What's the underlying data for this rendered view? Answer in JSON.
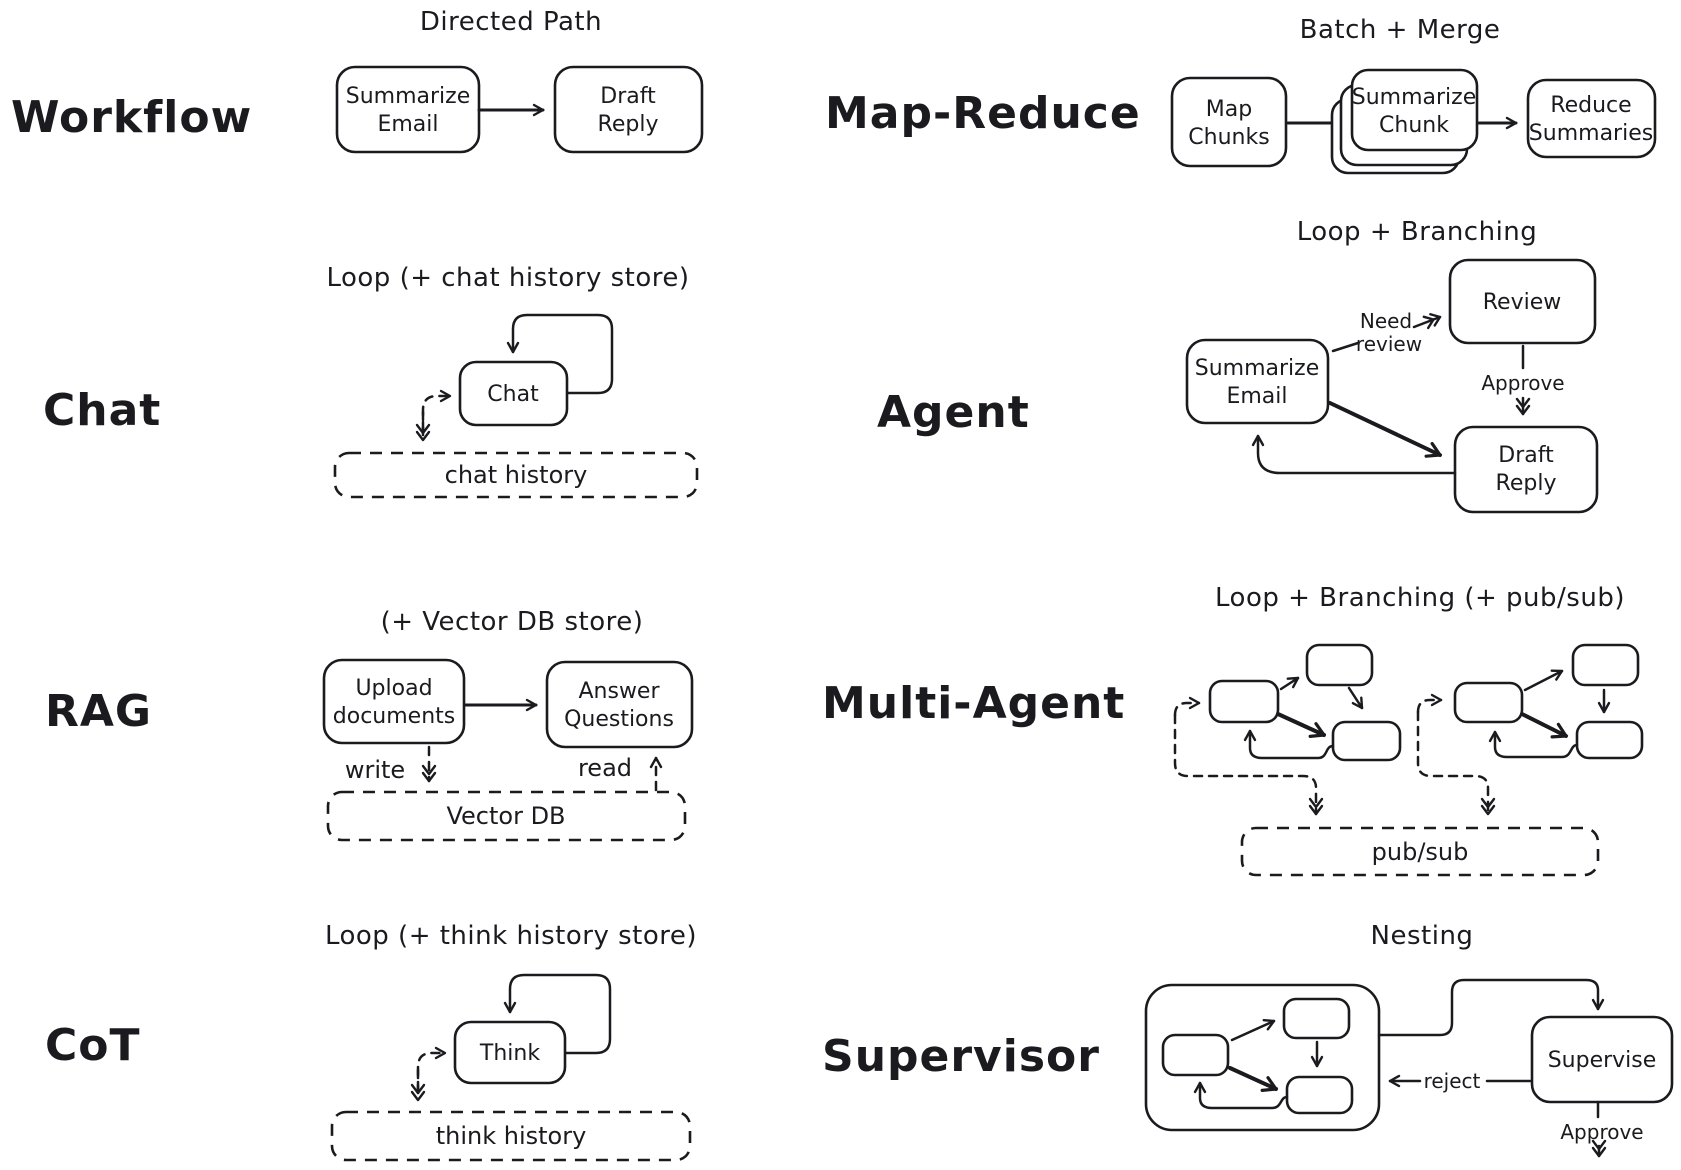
{
  "canvas": {
    "background": "#ffffff",
    "ink": "#1b1b1f"
  },
  "sections": {
    "workflow": {
      "label": "Workflow",
      "title": "Directed Path",
      "node_summarize_line1": "Summarize",
      "node_summarize_line2": "Email",
      "node_draft_line1": "Draft",
      "node_draft_line2": "Reply"
    },
    "map_reduce": {
      "label": "Map-Reduce",
      "title": "Batch + Merge",
      "node_map_line1": "Map",
      "node_map_line2": "Chunks",
      "node_chunk_line1": "Summarize",
      "node_chunk_line2": "Chunk",
      "node_reduce_line1": "Reduce",
      "node_reduce_line2": "Summaries"
    },
    "chat": {
      "label": "Chat",
      "title": "Loop (+ chat history store)",
      "node_chat": "Chat",
      "store": "chat history"
    },
    "agent": {
      "label": "Agent",
      "title": "Loop + Branching",
      "node_summarize_line1": "Summarize",
      "node_summarize_line2": "Email",
      "node_review": "Review",
      "node_draft_line1": "Draft",
      "node_draft_line2": "Reply",
      "edge_need_line1": "Need",
      "edge_need_line2": "review",
      "edge_approve": "Approve"
    },
    "rag": {
      "label": "RAG",
      "title": "(+ Vector DB store)",
      "node_upload_line1": "Upload",
      "node_upload_line2": "documents",
      "node_answer_line1": "Answer",
      "node_answer_line2": "Questions",
      "edge_write": "write",
      "edge_read": "read",
      "store": "Vector DB"
    },
    "multi_agent": {
      "label": "Multi-Agent",
      "title": "Loop + Branching (+ pub/sub)",
      "store": "pub/sub"
    },
    "cot": {
      "label": "CoT",
      "title": "Loop (+ think history store)",
      "node_think": "Think",
      "store": "think history"
    },
    "supervisor": {
      "label": "Supervisor",
      "title": "Nesting",
      "node_supervise": "Supervise",
      "edge_reject": "reject",
      "edge_approve": "Approve"
    }
  }
}
